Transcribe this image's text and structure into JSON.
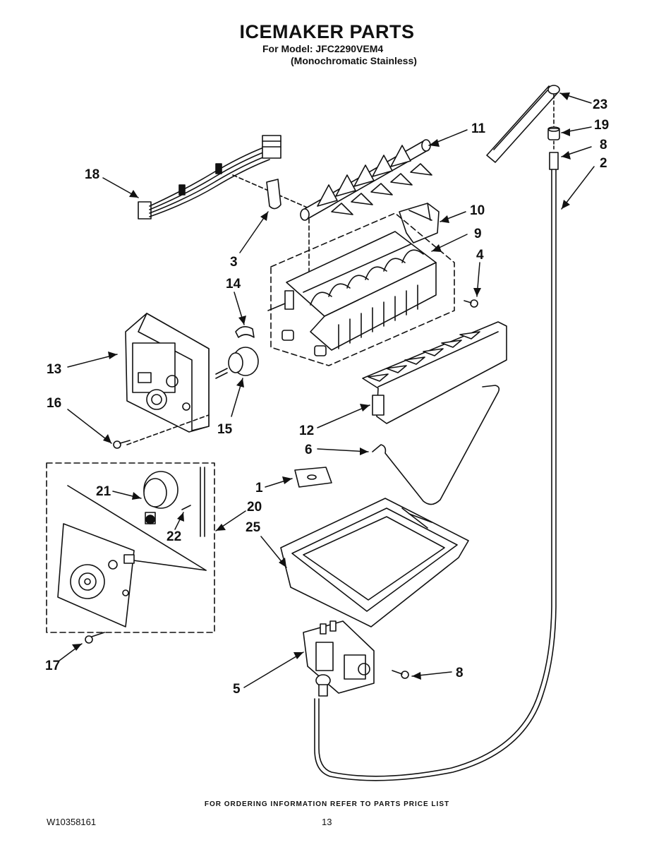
{
  "header": {
    "title": "ICEMAKER PARTS",
    "model": "For Model: JFC2290VEM4",
    "variant": "(Monochromatic Stainless)"
  },
  "footer": {
    "note": "FOR ORDERING INFORMATION REFER TO PARTS PRICE LIST",
    "doc_id": "W10358161",
    "page": "13"
  },
  "callouts": {
    "c23": "23",
    "c19": "19",
    "c8a": "8",
    "c2": "2",
    "c11": "11",
    "c18": "18",
    "c10": "10",
    "c9": "9",
    "c4": "4",
    "c3": "3",
    "c14": "14",
    "c13": "13",
    "c16": "16",
    "c15": "15",
    "c12": "12",
    "c6": "6",
    "c1": "1",
    "c21": "21",
    "c20": "20",
    "c25": "25",
    "c22": "22",
    "c17": "17",
    "c5": "5",
    "c8b": "8"
  }
}
